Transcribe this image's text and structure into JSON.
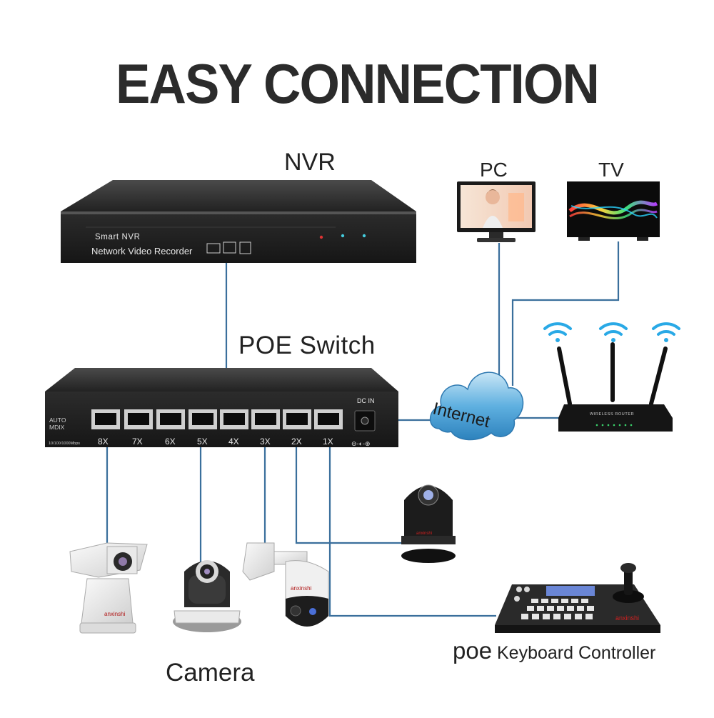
{
  "title": "EASY CONNECTION",
  "nvr": {
    "label": "NVR",
    "brand": "Smart NVR",
    "model": "Network Video Recorder"
  },
  "pc": {
    "label": "PC"
  },
  "tv": {
    "label": "TV"
  },
  "switch": {
    "label": "POE Switch",
    "auto_text": "AUTO",
    "mdix_text": "MDIX",
    "speed_text": "10/100/1000Mbps",
    "dc_in": "DC IN",
    "ports": [
      "8X",
      "7X",
      "6X",
      "5X",
      "4X",
      "3X",
      "2X",
      "1X"
    ]
  },
  "internet": {
    "label": "Internet"
  },
  "router": {
    "label": "WIRELESS ROUTER"
  },
  "cameras": {
    "label": "Camera",
    "brand": "anxinshi"
  },
  "keyboard": {
    "label_prefix": "poe",
    "label_main": " Keyboard Controller"
  },
  "colors": {
    "cable": "#3a6f9c",
    "device_dark": "#1f1f1f",
    "cloud": "#3f93c9",
    "wifi": "#29a9e6"
  }
}
